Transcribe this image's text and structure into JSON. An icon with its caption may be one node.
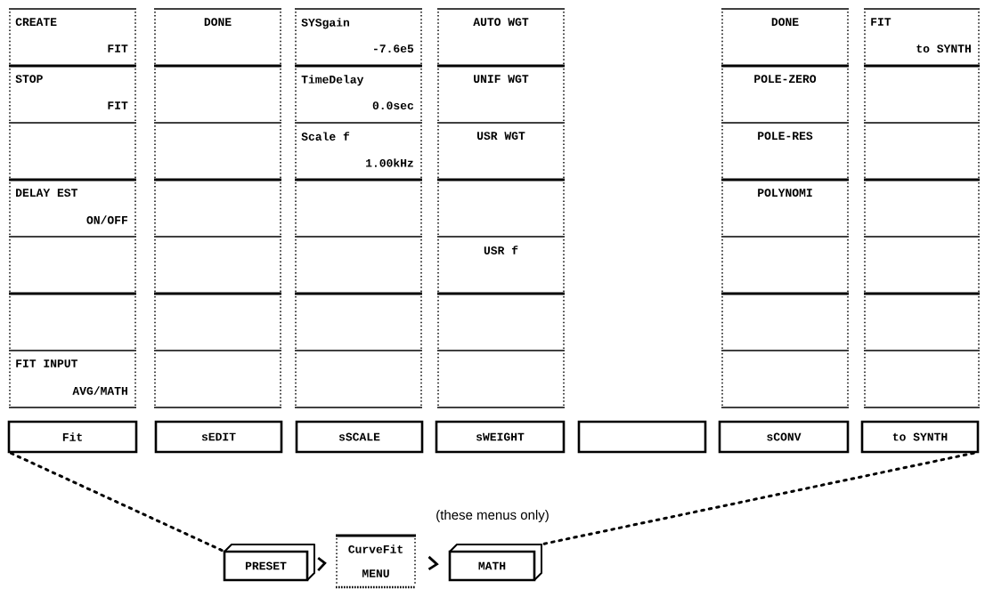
{
  "diagram": {
    "nodes": [
      {
        "text": [
          "CREATE",
          "FIT"
        ]
      },
      {
        "text": [
          "STOP",
          "FIT"
        ]
      },
      {
        "text": [],
        "shape": "box"
      },
      {
        "text": [
          "DELAY EST",
          "ON/OFF"
        ]
      },
      {
        "text": [],
        "shape": "box"
      },
      {
        "text": [],
        "shape": "box"
      },
      {
        "text": [
          "FIT INPUT",
          "AVG/MATH"
        ]
      },
      {
        "text": [
          "DONE"
        ]
      },
      {
        "text": [],
        "shape": "box"
      },
      {
        "text": [],
        "shape": "box"
      },
      {
        "text": [],
        "shape": "box"
      },
      {
        "text": [],
        "shape": "box"
      },
      {
        "text": [],
        "shape": "box"
      },
      {
        "text": [],
        "shape": "box"
      },
      {
        "text": [
          "SYSgain",
          "-7.6e5"
        ]
      },
      {
        "text": [
          "TimeDelay",
          "0.0sec"
        ]
      },
      {
        "text": [
          "Scale f",
          "1.00kHz"
        ]
      },
      {
        "text": [],
        "shape": "box"
      },
      {
        "text": [],
        "shape": "box"
      },
      {
        "text": [],
        "shape": "box"
      },
      {
        "text": [],
        "shape": "box"
      },
      {
        "text": [
          "AUTO WGT"
        ]
      },
      {
        "text": [
          "UNIF WGT"
        ]
      },
      {
        "text": [
          "USR WGT"
        ]
      },
      {
        "text": [],
        "shape": "box"
      },
      {
        "text": [
          "USR f"
        ]
      },
      {
        "text": [],
        "shape": "box"
      },
      {
        "text": [],
        "shape": "box"
      },
      {
        "text": [
          "DONE"
        ]
      },
      {
        "text": [
          "POLE-ZERO"
        ]
      },
      {
        "text": [
          "POLE-RES"
        ]
      },
      {
        "text": [
          "POLYNOMI"
        ]
      },
      {
        "text": [],
        "shape": "box"
      },
      {
        "text": [],
        "shape": "box"
      },
      {
        "text": [],
        "shape": "box"
      },
      {
        "text": [
          "FIT",
          "to SYNTH"
        ]
      },
      {
        "text": [],
        "shape": "box"
      },
      {
        "text": [],
        "shape": "box"
      },
      {
        "text": [],
        "shape": "box"
      },
      {
        "text": [],
        "shape": "box"
      },
      {
        "text": [],
        "shape": "box"
      },
      {
        "text": [],
        "shape": "box"
      },
      {
        "text": [
          "Fit"
        ]
      },
      {
        "text": [
          "sEDIT"
        ]
      },
      {
        "text": [
          "sSCALE"
        ]
      },
      {
        "text": [
          "sWEIGHT"
        ]
      },
      {
        "text": [],
        "shape": "box"
      },
      {
        "text": [
          "sCONV"
        ]
      },
      {
        "text": [
          "to SYNTH"
        ]
      },
      {
        "text": [
          "PRESET"
        ]
      },
      {
        "text": [
          "CurveFit",
          "MENU"
        ]
      },
      {
        "text": [
          "MATH"
        ]
      }
    ],
    "edges": [
      {
        "from": 49,
        "to": 42,
        "arrow": "none",
        "style": "dashed"
      },
      {
        "from": 49,
        "to": 50,
        "arrow": "to"
      },
      {
        "from": 50,
        "to": 51,
        "arrow": "to"
      },
      {
        "from": 51,
        "to": 48,
        "arrow": "none",
        "style": "dashed"
      }
    ],
    "labels": [
      "(these menus only)"
    ]
  }
}
